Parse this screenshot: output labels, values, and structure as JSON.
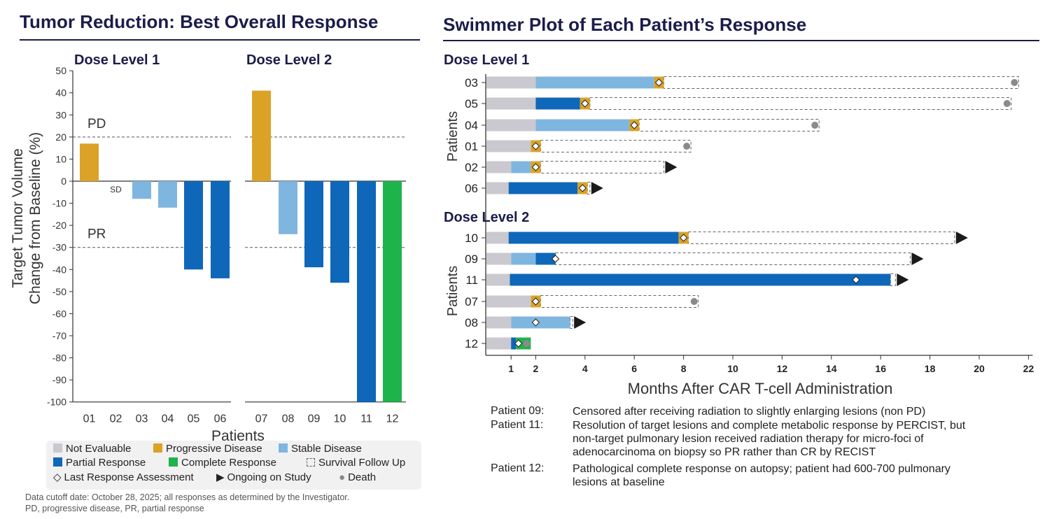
{
  "left_title": "Tumor Reduction: Best Overall Response",
  "right_title": "Swimmer Plot of Each Patient’s Response",
  "colors": {
    "Not Evaluable": "#c9c9cf",
    "Progressive Disease": "#dba227",
    "Stable Disease": "#7fb6e0",
    "Partial Response": "#0f67b9",
    "Complete Response": "#1fb34c",
    "title": "#1b1c4a"
  },
  "chart_data": [
    {
      "type": "bar",
      "title": "Tumor Reduction: Best Overall Response",
      "ylabel_line1": "Target Tumor Volume",
      "ylabel_line2": "Change from Baseline (%)",
      "xlabel": "Patients",
      "ylim": [
        -100,
        50
      ],
      "yticks": [
        "50",
        "40",
        "30",
        "20",
        "10",
        "0",
        "-10",
        "-20",
        "-30",
        "-40",
        "-50",
        "-60",
        "-70",
        "-80",
        "-90",
        "-100"
      ],
      "reference_lines": [
        {
          "label": "PD",
          "value": 20
        },
        {
          "label": "PR",
          "value": -30
        }
      ],
      "panels": [
        {
          "name": "Dose Level 1",
          "categories": [
            "01",
            "02",
            "03",
            "04",
            "05",
            "06"
          ],
          "values": [
            17,
            0,
            -8,
            -12,
            -40,
            -44
          ],
          "response": [
            "Progressive Disease",
            "Stable Disease",
            "Stable Disease",
            "Stable Disease",
            "Partial Response",
            "Partial Response"
          ],
          "annotations": [
            {
              "patient": "02",
              "text": "SD"
            }
          ]
        },
        {
          "name": "Dose Level 2",
          "categories": [
            "07",
            "08",
            "09",
            "10",
            "11",
            "12"
          ],
          "values": [
            41,
            -24,
            -39,
            -46,
            -100,
            -100
          ],
          "response": [
            "Progressive Disease",
            "Stable Disease",
            "Partial Response",
            "Partial Response",
            "Partial Response",
            "Complete Response"
          ]
        }
      ]
    },
    {
      "type": "swimmer",
      "title": "Swimmer Plot of Each Patient’s Response",
      "xlabel": "Months After CAR T-cell Administration",
      "ylabel": "Patients",
      "xlim": [
        0,
        22
      ],
      "xticks": [
        1,
        2,
        4,
        6,
        8,
        10,
        12,
        14,
        16,
        18,
        20,
        22
      ],
      "groups": [
        {
          "name": "Dose Level 1",
          "patients": [
            {
              "id": "03",
              "segments": [
                {
                  "start": 0,
                  "end": 2,
                  "response": "Not Evaluable"
                },
                {
                  "start": 2,
                  "end": 6.8,
                  "response": "Stable Disease"
                },
                {
                  "start": 6.8,
                  "end": 7.2,
                  "response": "Progressive Disease"
                }
              ],
              "last_assessment": 7.0,
              "followup_end": 21.6,
              "end": "death"
            },
            {
              "id": "05",
              "segments": [
                {
                  "start": 0,
                  "end": 2,
                  "response": "Not Evaluable"
                },
                {
                  "start": 2,
                  "end": 3.8,
                  "response": "Partial Response"
                },
                {
                  "start": 3.8,
                  "end": 4.2,
                  "response": "Progressive Disease"
                }
              ],
              "last_assessment": 4.0,
              "followup_end": 21.3,
              "end": "death"
            },
            {
              "id": "04",
              "segments": [
                {
                  "start": 0,
                  "end": 2,
                  "response": "Not Evaluable"
                },
                {
                  "start": 2,
                  "end": 5.8,
                  "response": "Stable Disease"
                },
                {
                  "start": 5.8,
                  "end": 6.2,
                  "response": "Progressive Disease"
                }
              ],
              "last_assessment": 6.0,
              "followup_end": 13.5,
              "end": "death"
            },
            {
              "id": "01",
              "segments": [
                {
                  "start": 0,
                  "end": 1.8,
                  "response": "Not Evaluable"
                },
                {
                  "start": 1.8,
                  "end": 2.2,
                  "response": "Progressive Disease"
                }
              ],
              "last_assessment": 2.0,
              "followup_end": 8.3,
              "end": "death"
            },
            {
              "id": "02",
              "segments": [
                {
                  "start": 0,
                  "end": 1,
                  "response": "Not Evaluable"
                },
                {
                  "start": 1,
                  "end": 1.8,
                  "response": "Stable Disease"
                },
                {
                  "start": 1.8,
                  "end": 2.2,
                  "response": "Progressive Disease"
                }
              ],
              "last_assessment": 2.0,
              "followup_end": 7.2,
              "end": "ongoing"
            },
            {
              "id": "06",
              "segments": [
                {
                  "start": 0,
                  "end": 0.9,
                  "response": "Not Evaluable"
                },
                {
                  "start": 0.9,
                  "end": 3.7,
                  "response": "Partial Response"
                },
                {
                  "start": 3.7,
                  "end": 4.1,
                  "response": "Progressive Disease"
                }
              ],
              "last_assessment": 3.9,
              "followup_end": 4.2,
              "end": "ongoing"
            }
          ]
        },
        {
          "name": "Dose Level 2",
          "patients": [
            {
              "id": "10",
              "segments": [
                {
                  "start": 0,
                  "end": 0.9,
                  "response": "Not Evaluable"
                },
                {
                  "start": 0.9,
                  "end": 7.8,
                  "response": "Partial Response"
                },
                {
                  "start": 7.8,
                  "end": 8.2,
                  "response": "Progressive Disease"
                }
              ],
              "last_assessment": 8.0,
              "followup_end": 19.0,
              "end": "ongoing"
            },
            {
              "id": "09",
              "segments": [
                {
                  "start": 0,
                  "end": 1,
                  "response": "Not Evaluable"
                },
                {
                  "start": 1,
                  "end": 2,
                  "response": "Stable Disease"
                },
                {
                  "start": 2,
                  "end": 2.8,
                  "response": "Partial Response"
                }
              ],
              "last_assessment": 2.8,
              "followup_end": 17.2,
              "end": "ongoing"
            },
            {
              "id": "11",
              "segments": [
                {
                  "start": 0,
                  "end": 0.95,
                  "response": "Not Evaluable"
                },
                {
                  "start": 0.95,
                  "end": 16.4,
                  "response": "Partial Response"
                }
              ],
              "last_assessment": 15.0,
              "followup_end": 16.6,
              "end": "ongoing"
            },
            {
              "id": "07",
              "segments": [
                {
                  "start": 0,
                  "end": 1.8,
                  "response": "Not Evaluable"
                },
                {
                  "start": 1.8,
                  "end": 2.2,
                  "response": "Progressive Disease"
                }
              ],
              "last_assessment": 2.0,
              "followup_end": 8.6,
              "end": "death"
            },
            {
              "id": "08",
              "segments": [
                {
                  "start": 0,
                  "end": 1,
                  "response": "Not Evaluable"
                },
                {
                  "start": 1,
                  "end": 3.4,
                  "response": "Stable Disease"
                }
              ],
              "last_assessment": 2.0,
              "followup_end": 3.5,
              "end": "ongoing"
            },
            {
              "id": "12",
              "segments": [
                {
                  "start": 0,
                  "end": 1,
                  "response": "Not Evaluable"
                },
                {
                  "start": 1,
                  "end": 1.2,
                  "response": "Partial Response"
                },
                {
                  "start": 1.2,
                  "end": 1.8,
                  "response": "Complete Response"
                }
              ],
              "last_assessment": 1.3,
              "followup_end": 1.8,
              "end": "death"
            }
          ]
        }
      ]
    }
  ],
  "legend": {
    "not_evaluable": "Not Evaluable",
    "progressive": "Progressive Disease",
    "stable": "Stable Disease",
    "partial": "Partial Response",
    "complete": "Complete Response",
    "survival": "Survival Follow Up",
    "last_assessment": "Last Response Assessment",
    "ongoing": "Ongoing on Study",
    "death": "Death"
  },
  "footnote": {
    "line1": "Data cutoff date: October 28, 2025; all responses as determined by the Investigator.",
    "line2": "PD, progressive disease, PR, partial response"
  },
  "notes": [
    {
      "patient": "Patient 09:",
      "lines": [
        "Censored after receiving radiation to slightly enlarging lesions (non PD)"
      ]
    },
    {
      "patient": "Patient 11:",
      "lines": [
        "Resolution of target lesions and complete metabolic response by PERCIST, but",
        "non-target pulmonary lesion received radiation therapy for micro-foci of",
        "adenocarcinoma on biopsy so PR rather than CR by RECIST"
      ]
    },
    {
      "patient": "Patient 12:",
      "lines": [
        "Pathological complete response on autopsy; patient had 600-700 pulmonary",
        "lesions at baseline"
      ]
    }
  ]
}
